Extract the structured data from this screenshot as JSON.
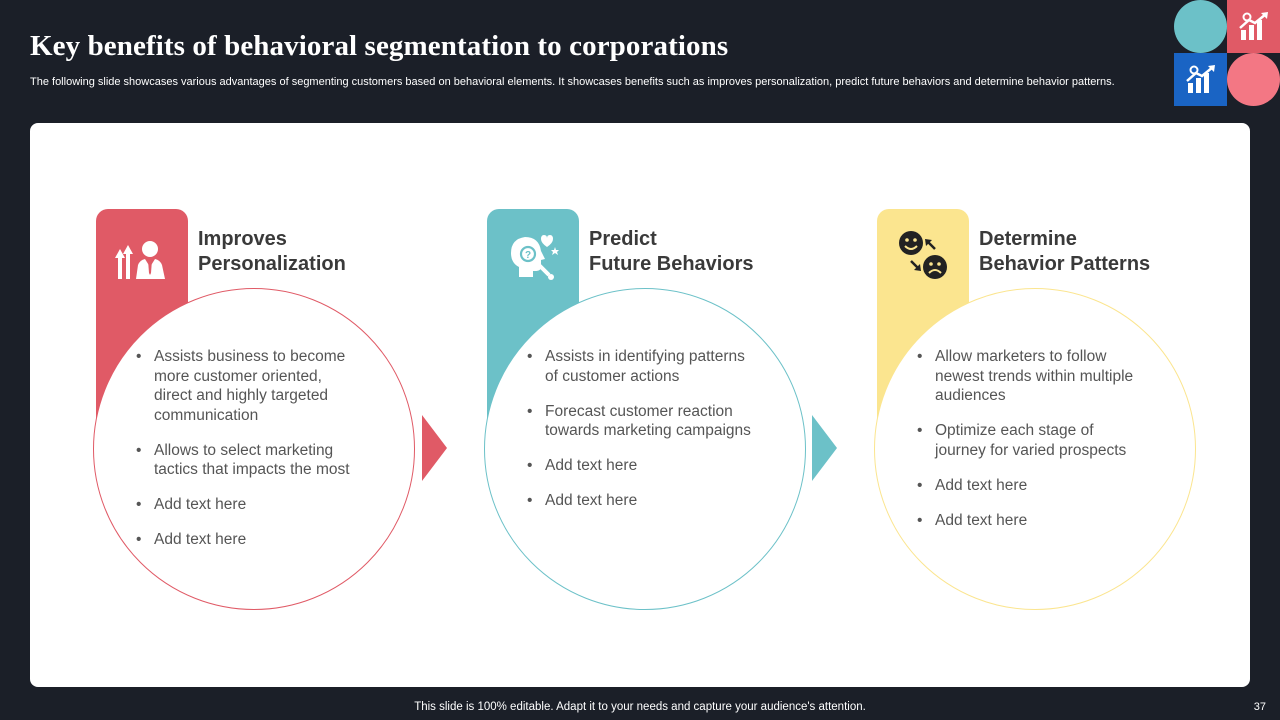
{
  "slide": {
    "title": "Key benefits of behavioral segmentation to corporations",
    "subtitle": "The following slide showcases various advantages of segmenting customers based on behavioral elements. It showcases benefits such as improves personalization, predict future behaviors and determine behavior patterns.",
    "footer_note": "This slide is 100% editable. Adapt it to your needs and capture your audience's attention.",
    "page_number": "37"
  },
  "colors": {
    "background": "#1b1f28",
    "red": "#e05a66",
    "teal": "#6cc1c8",
    "yellow": "#fbe58f",
    "blue": "#1a64c4",
    "pink": "#f37784"
  },
  "cards": [
    {
      "heading_line1": "Improves",
      "heading_line2": "Personalization",
      "icon": "personalization-growth-icon",
      "color": "#e05a66",
      "bullets": [
        "Assists business to become more customer oriented, direct and highly targeted communication",
        "Allows to select marketing tactics that impacts the most",
        "Add text here",
        "Add text here"
      ]
    },
    {
      "heading_line1": "Predict",
      "heading_line2": "Future Behaviors",
      "icon": "head-question-icon",
      "color": "#6cc1c8",
      "bullets": [
        "Assists in identifying patterns of customer actions",
        "Forecast customer reaction towards marketing campaigns",
        "Add text here",
        "Add text here"
      ]
    },
    {
      "heading_line1": "Determine",
      "heading_line2": "Behavior Patterns",
      "icon": "happy-sad-faces-icon",
      "color": "#fbe58f",
      "bullets": [
        "Allow marketers to follow newest trends within multiple audiences",
        "Optimize each stage of journey for varied prospects",
        "Add text here",
        "Add text here"
      ]
    }
  ]
}
